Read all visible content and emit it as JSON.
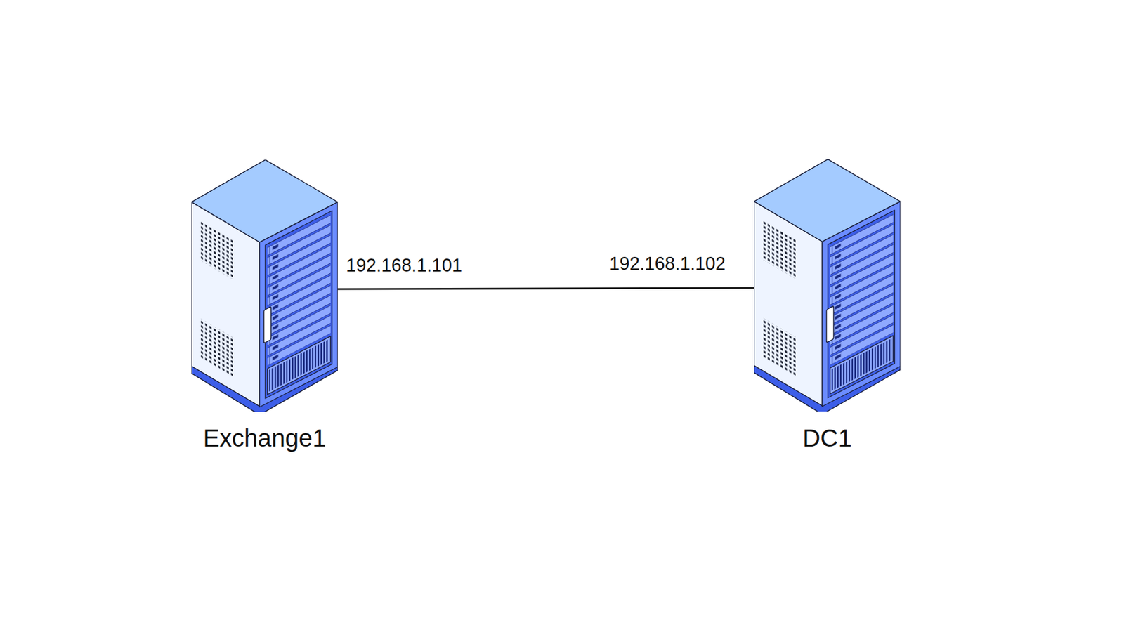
{
  "diagram": {
    "nodes": [
      {
        "text": [
          "Exchange1"
        ]
      },
      {
        "text": [
          "DC1"
        ]
      }
    ],
    "edges": [
      {
        "from": 0,
        "to": 1,
        "arrow": "none"
      }
    ],
    "labels": [
      "192.168.1.101",
      "192.168.1.102"
    ]
  }
}
